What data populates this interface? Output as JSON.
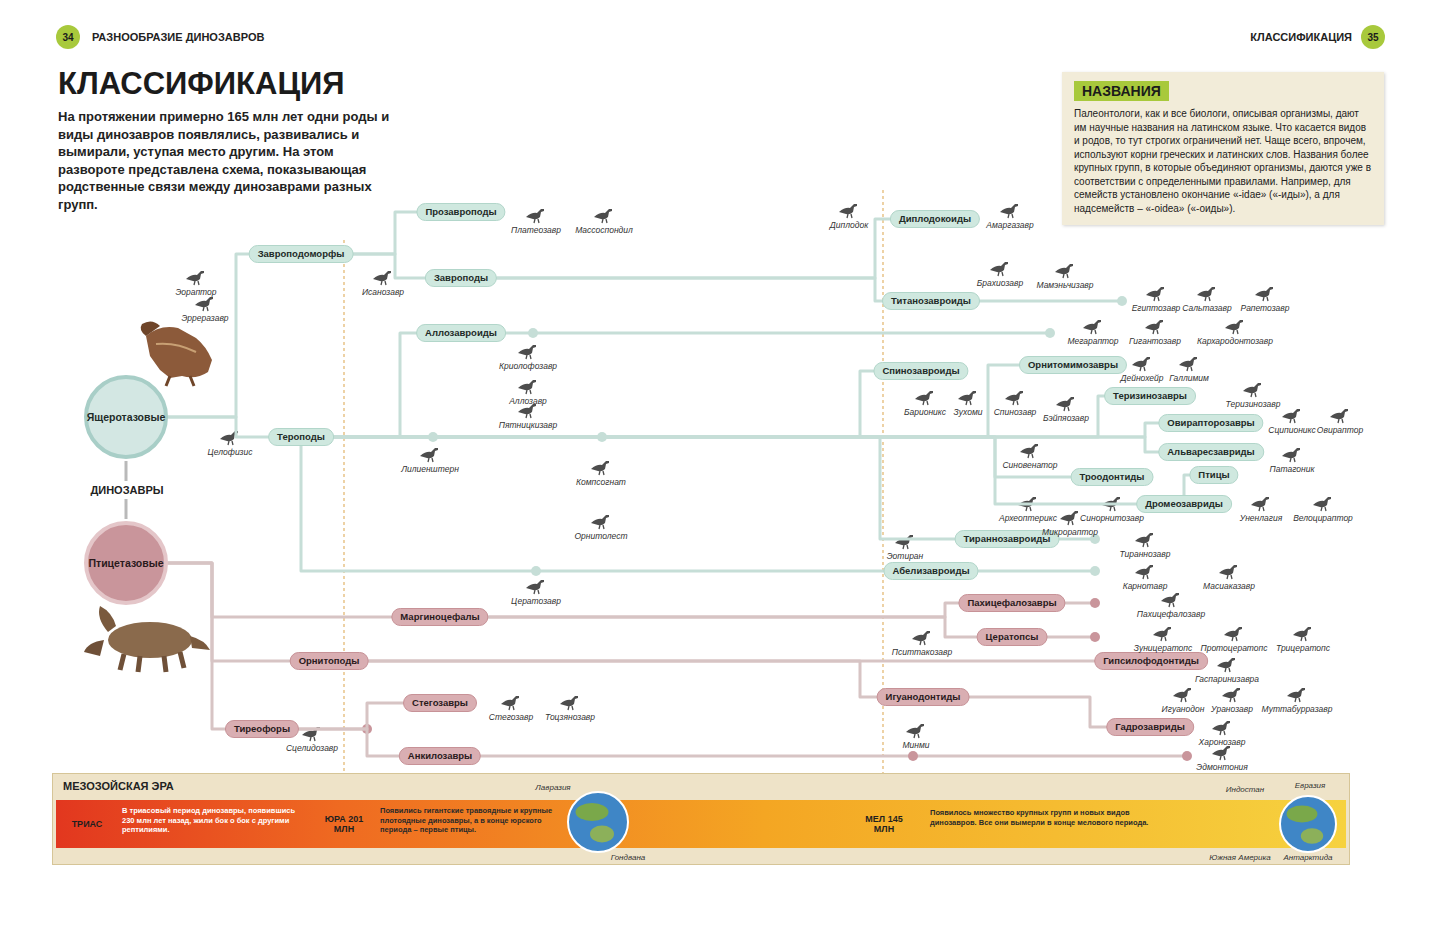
{
  "diagram": {
    "title": "КЛАССИФИКАЦИЯ",
    "nodes": [
      {
        "text": [
          "34"
        ]
      },
      {
        "text": [
          "35"
        ]
      },
      {
        "text": [
          "НАЗВАНИЯ",
          "Палеонтологи, как и все биологи, описывая организмы, дают им научные названия на латинском языке. Что касается видов и родов, то тут строгих ограничений нет. Чаще всего, впрочем, используют корни греческих и латинских слов. Названия более крупных групп, в которые объединяют организмы, даются уже в соответствии с определенными правилами. Например, для семейств установлено окончание «-idae» («-иды»), а для надсемейств – «-oidea» («-оиды»)."
        ]
      },
      {
        "text": [
          "Ящеротазовые"
        ]
      },
      {
        "text": [
          "Птицетазовые"
        ]
      },
      {
        "text": [
          "Завроподоморфы"
        ]
      },
      {
        "text": [
          "Тероподы"
        ]
      },
      {
        "text": [
          "Прозавроподы"
        ]
      },
      {
        "text": [
          "Завроподы"
        ]
      },
      {
        "text": [
          "Аллозавроиды"
        ]
      },
      {
        "text": [
          "Диплодокоиды"
        ]
      },
      {
        "text": [
          "Титанозавроиды"
        ]
      },
      {
        "text": [
          "Спинозавроиды"
        ]
      },
      {
        "text": [
          "Орнитомимозавры"
        ]
      },
      {
        "text": [
          "Теризинозавры"
        ]
      },
      {
        "text": [
          "Овирапторозавры"
        ]
      },
      {
        "text": [
          "Альваресзавриды"
        ]
      },
      {
        "text": [
          "Птицы"
        ]
      },
      {
        "text": [
          "Троодонтиды"
        ]
      },
      {
        "text": [
          "Дромеозавриды"
        ]
      },
      {
        "text": [
          "Тираннозавроиды"
        ]
      },
      {
        "text": [
          "Абелизавроиды"
        ]
      },
      {
        "text": [
          "Маргиноцефалы"
        ]
      },
      {
        "text": [
          "Пахицефалозавры"
        ]
      },
      {
        "text": [
          "Цератопсы"
        ]
      },
      {
        "text": [
          "Орнитоподы"
        ]
      },
      {
        "text": [
          "Гипсилофодонтиды"
        ]
      },
      {
        "text": [
          "Игуанодонтиды"
        ]
      },
      {
        "text": [
          "Гадрозавриды"
        ]
      },
      {
        "text": [
          "Тиреофоры"
        ]
      },
      {
        "text": [
          "Стегозавры"
        ]
      },
      {
        "text": [
          "Анкилозавры"
        ]
      },
      {
        "text": [
          "МЕЗОЗОЙСКАЯ ЭРА"
        ]
      }
    ],
    "edges": [
      {
        "from": 3,
        "to": 5,
        "arrow": "none"
      },
      {
        "from": 3,
        "to": 6,
        "arrow": "none"
      },
      {
        "from": 4,
        "to": 22,
        "arrow": "none"
      },
      {
        "from": 4,
        "to": 25,
        "arrow": "none"
      },
      {
        "from": 4,
        "to": 29,
        "arrow": "none"
      },
      {
        "from": 5,
        "to": 7,
        "arrow": "none"
      },
      {
        "from": 5,
        "to": 8,
        "arrow": "none"
      },
      {
        "from": 6,
        "to": 9,
        "arrow": "none"
      },
      {
        "from": 8,
        "to": 10,
        "arrow": "none"
      },
      {
        "from": 8,
        "to": 11,
        "arrow": "none"
      },
      {
        "from": 6,
        "to": 12,
        "arrow": "none"
      },
      {
        "from": 6,
        "to": 13,
        "arrow": "none"
      },
      {
        "from": 6,
        "to": 14,
        "arrow": "none"
      },
      {
        "from": 6,
        "to": 15,
        "arrow": "none"
      },
      {
        "from": 6,
        "to": 16,
        "arrow": "none"
      },
      {
        "from": 6,
        "to": 18,
        "arrow": "none"
      },
      {
        "from": 6,
        "to": 19,
        "arrow": "none"
      },
      {
        "from": 6,
        "to": 20,
        "arrow": "none"
      },
      {
        "from": 6,
        "to": 21,
        "arrow": "none"
      },
      {
        "from": 22,
        "to": 23,
        "arrow": "none"
      },
      {
        "from": 22,
        "to": 24,
        "arrow": "none"
      },
      {
        "from": 25,
        "to": 26,
        "arrow": "none"
      },
      {
        "from": 25,
        "to": 27,
        "arrow": "none"
      },
      {
        "from": 27,
        "to": 28,
        "arrow": "none"
      },
      {
        "from": 29,
        "to": 30,
        "arrow": "none"
      },
      {
        "from": 29,
        "to": 31,
        "arrow": "none"
      },
      {
        "from": 17,
        "to": 19,
        "arrow": "none"
      }
    ],
    "labels": [
      "РАЗНООБРАЗИЕ ДИНОЗАВРОВ",
      "КЛАССИФИКАЦИЯ",
      "На протяжении примерно 165 млн лет одни роды и виды динозавров появлялись, развивались и вымирали, уступая место другим. На этом развороте представлена схема, показывающая родственные связи между динозаврами разных групп.",
      "ДИНОЗАВРЫ",
      "Эораптор",
      "Эрреразавр",
      "Исанозавр",
      "Платеозавр",
      "Массоспондил",
      "Целофизис",
      "Криолофозавр",
      "Аллозавр",
      "Пятницкизавр",
      "Лилиенштерн",
      "Компсогнат",
      "Орнитолест",
      "Цератозавр",
      "Диплодок",
      "Амаргазавр",
      "Брахиозавр",
      "Мамэньчизавр",
      "Египтозавр",
      "Сальтазавр",
      "Рапетозавр",
      "Мегараптор",
      "Гигантозавр",
      "Кархародонтозавр",
      "Барионикс",
      "Зухоми",
      "Спинозавр",
      "Бэйпяозавр",
      "Дейнохейр",
      "Галлимим",
      "Теризинозавр",
      "Сципионикс",
      "Овираптор",
      "Патагоник",
      "Синовенатор",
      "Археоптерикс",
      "Микрораптор",
      "Синорнитозавр",
      "Уненлагия",
      "Велоцираптор",
      "Эотиран",
      "Тираннозавр",
      "Карнотавр",
      "Масиаказавр",
      "Пахицефалозавр",
      "Пситтакозавр",
      "Зуницератопс",
      "Протоцератопс",
      "Трицератопс",
      "Гаспаринизавра",
      "Игуанодон",
      "Уранозавр",
      "Муттабурразавр",
      "Минми",
      "Харонозавр",
      "Эдмонтония",
      "Стегозавр",
      "Тоцзянозавр",
      "Сцелидозавр",
      "ТРИАС",
      "В триасовый период динозавры, появившись 230 млн лет назад, жили бок о бок с другими рептилиями.",
      "ЮРА 201 МЛН",
      "Появились гигантские травоядные и крупные плотоядные динозавры, а в конце юрского периода – первые птицы.",
      "Лавразия",
      "Гондвана",
      "МЕЛ 145 МЛН",
      "Появилось множество крупных групп и новых видов динозавров. Все они вымерли в конце мелового периода.",
      "Индостан",
      "Евразия",
      "Южная Америка",
      "Антарктида"
    ]
  }
}
